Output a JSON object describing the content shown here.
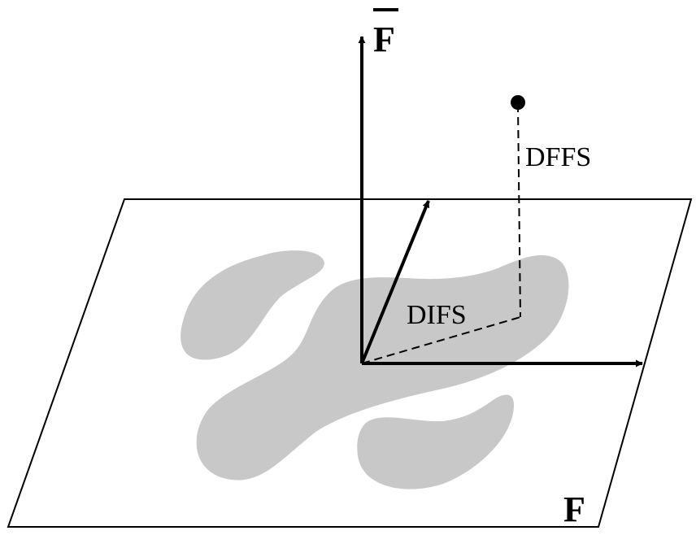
{
  "diagram": {
    "subspace_label": "F",
    "orthogonal_label": "F",
    "dffs_label": "DFFS",
    "difs_label": "DIFS"
  },
  "colors": {
    "cloud": "#c8c8c8",
    "ink": "#000000",
    "background": "#ffffff"
  }
}
